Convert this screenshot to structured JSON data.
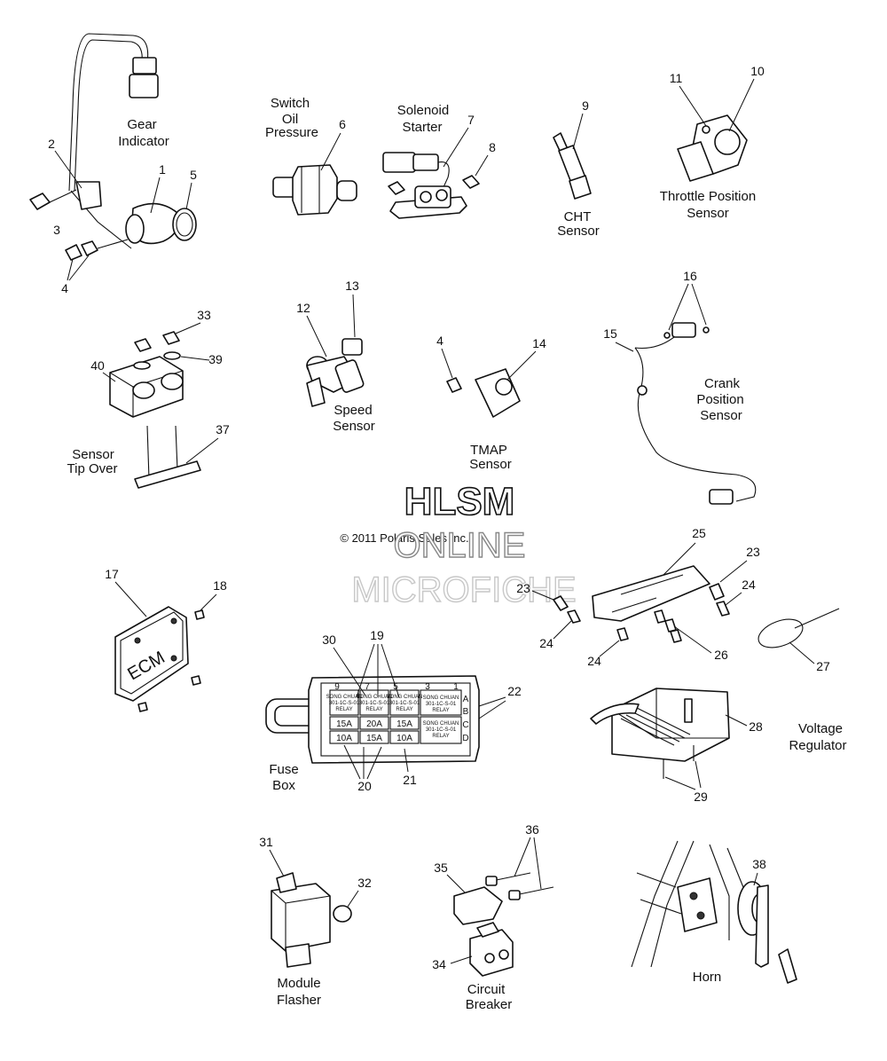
{
  "watermark": {
    "line1": "HLSM",
    "line2": "ONLINE",
    "line3": "MICROFICHE",
    "copyright": "© 2011 Polaris Sales Inc."
  },
  "labels": {
    "gear_indicator": [
      "Gear",
      "Indicator"
    ],
    "switch_oil_pressure": [
      "Switch",
      "Oil",
      "Pressure"
    ],
    "solenoid_starter": [
      "Solenoid",
      "Starter"
    ],
    "cht_sensor": [
      "CHT",
      "Sensor"
    ],
    "throttle_position_sensor": [
      "Throttle Position",
      "Sensor"
    ],
    "speed_sensor": [
      "Speed",
      "Sensor"
    ],
    "tmap_sensor": [
      "TMAP",
      "Sensor"
    ],
    "crank_position_sensor": [
      "Crank",
      "Position",
      "Sensor"
    ],
    "sensor_tip_over": [
      "Sensor",
      "Tip Over"
    ],
    "fuse_box": [
      "Fuse",
      "Box"
    ],
    "voltage_regulator": [
      "Voltage",
      "Regulator"
    ],
    "module_flasher": [
      "Module",
      "Flasher"
    ],
    "circuit_breaker": [
      "Circuit",
      "Breaker"
    ],
    "horn": "Horn",
    "ecm": "ECM"
  },
  "callouts": {
    "n1": "1",
    "n2": "2",
    "n3": "3",
    "n4a": "4",
    "n5": "5",
    "n6": "6",
    "n7": "7",
    "n8": "8",
    "n9": "9",
    "n10": "10",
    "n11": "11",
    "n12": "12",
    "n13": "13",
    "n4b": "4",
    "n14": "14",
    "n15": "15",
    "n16": "16",
    "n33": "33",
    "n39": "39",
    "n40": "40",
    "n37": "37",
    "n17": "17",
    "n18": "18",
    "n30": "30",
    "n19": "19",
    "n22": "22",
    "n20": "20",
    "n21": "21",
    "n25": "25",
    "n23a": "23",
    "n23b": "23",
    "n24a": "24",
    "n24b": "24",
    "n24c": "24",
    "n26": "26",
    "n27": "27",
    "n28": "28",
    "n29": "29",
    "n31": "31",
    "n32": "32",
    "n36": "36",
    "n35": "35",
    "n34": "34",
    "n38": "38"
  },
  "fuse_box": {
    "columns": [
      "9",
      "7",
      "5",
      "3",
      "1"
    ],
    "rows": [
      "A",
      "B",
      "C",
      "D"
    ],
    "relay_text": [
      "SONG CHUAN",
      "301-1C-S-01",
      "RELAY"
    ],
    "fuses_row2": [
      "15A",
      "20A",
      "15A"
    ],
    "fuses_row3": [
      "10A",
      "15A",
      "10A"
    ]
  }
}
